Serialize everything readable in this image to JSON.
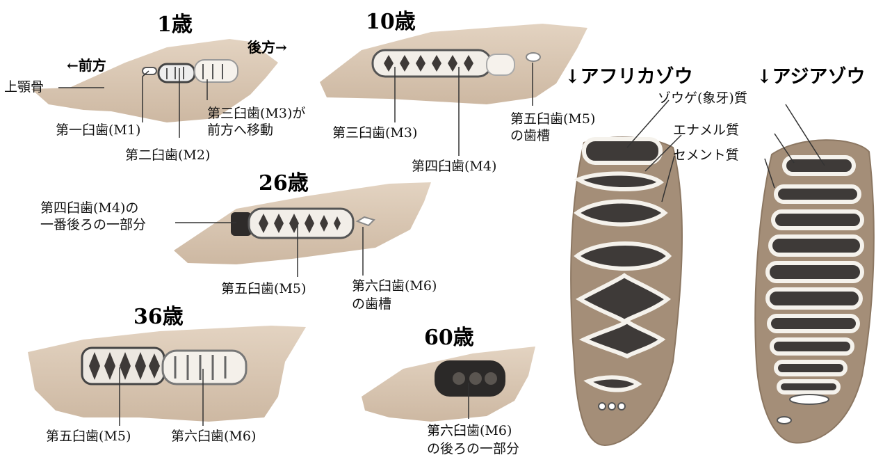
{
  "ages": {
    "a1": "1歳",
    "a10": "10歳",
    "a26": "26歳",
    "a36": "36歳",
    "a60": "60歳"
  },
  "directions": {
    "front": "←前方",
    "back": "後方→"
  },
  "labels": {
    "upper_jaw": "上顎骨",
    "m1": "第一臼歯(M1)",
    "m2": "第二臼歯(M2)",
    "m3_moves_line1": "第三臼歯(M3)が",
    "m3_moves_line2": "前方へ移動",
    "m3_10": "第三臼歯(M3)",
    "m4_10": "第四臼歯(M4)",
    "m5_socket_line1": "第五臼歯(M5)",
    "m5_socket_line2": "の歯槽",
    "m4_rear_line1": "第四臼歯(M4)の",
    "m4_rear_line2": "一番後ろの一部分",
    "m5_26": "第五臼歯(M5)",
    "m6_socket_line1": "第六臼歯(M6)",
    "m6_socket_line2": "の歯槽",
    "m5_36": "第五臼歯(M5)",
    "m6_36": "第六臼歯(M6)",
    "m6_rear_line1": "第六臼歯(M6)",
    "m6_rear_line2": "の後ろの一部分"
  },
  "species": {
    "african": "↓アフリカゾウ",
    "asian": "↓アジアゾウ"
  },
  "tissues": {
    "dentine": "ゾウゲ(象牙)質",
    "enamel": "エナメル質",
    "cement": "セメント質"
  },
  "colors": {
    "jaw": "#d9c5b0",
    "tooth": "#bcab97",
    "enamel": "#f4f1ea",
    "dentine": "#46423f"
  }
}
